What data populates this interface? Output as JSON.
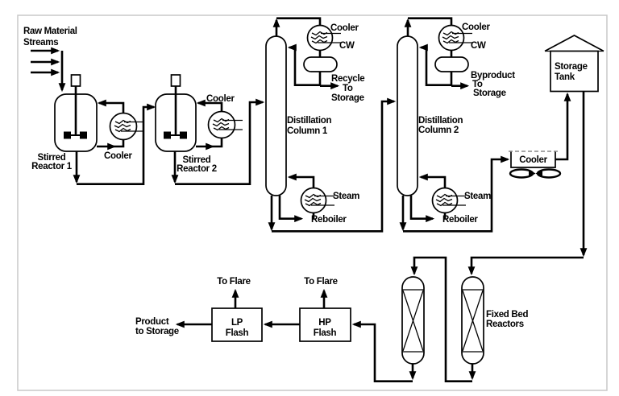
{
  "meta": {
    "type": "process-flow-diagram",
    "background_color": "#ffffff",
    "line_color": "#000000",
    "frame_color": "#c8c8c8"
  },
  "labels": {
    "raw_material_streams": [
      "Raw Material",
      "Streams"
    ],
    "stirred_reactor_1": [
      "Stirred",
      "Reactor 1"
    ],
    "reactor1_cooler": "Cooler",
    "stirred_reactor_2": [
      "Stirred",
      "Reactor 2"
    ],
    "reactor2_cooler": "Cooler",
    "distillation_column_1": [
      "Distillation",
      "Column 1"
    ],
    "column1_condenser": "Cooler",
    "column1_condenser_cw": "CW",
    "recycle_to_storage": [
      "Recycle",
      "To",
      "Storage"
    ],
    "column1_steam": "Steam",
    "column1_reboiler": "Reboiler",
    "distillation_column_2": [
      "Distillation",
      "Column 2"
    ],
    "column2_condenser": "Cooler",
    "column2_condenser_cw": "CW",
    "byproduct_to_storage": [
      "Byproduct",
      "To",
      "Storage"
    ],
    "column2_steam": "Steam",
    "column2_reboiler": "Reboiler",
    "storage_tank": [
      "Storage",
      "Tank"
    ],
    "air_cooler": "Cooler",
    "fixed_bed_reactors": [
      "Fixed Bed",
      "Reactors"
    ],
    "lp_to_flare": "To Flare",
    "hp_to_flare": "To Flare",
    "lp_flash": [
      "LP",
      "Flash"
    ],
    "hp_flash": [
      "HP",
      "Flash"
    ],
    "product_to_storage": [
      "Product",
      "to Storage"
    ]
  }
}
